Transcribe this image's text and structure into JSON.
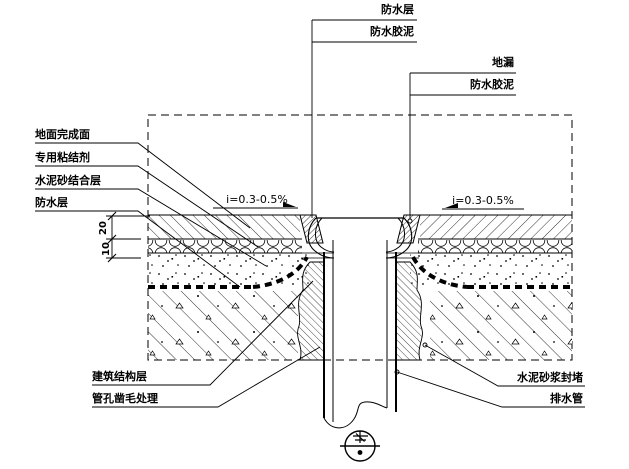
{
  "drawing": {
    "type": "construction-detail",
    "subject": "floor-drain-waterproofing-detail"
  },
  "labels": {
    "top_waterproof_layer": "防水层",
    "top_waterproof_mastic": "防水胶泥",
    "right_floor_drain": "地漏",
    "right_waterproof_mastic": "防水胶泥",
    "left_finish_surface": "地面完成面",
    "left_special_adhesive": "专用粘结剂",
    "left_mortar_bonding_layer": "水泥砂结合层",
    "left_waterproof_layer": "防水层",
    "slope_left": "i=0.3-0.5%",
    "slope_right": "i=0.3-0.5%",
    "dim_upper": "20",
    "dim_lower": "10",
    "bottom_structure_layer": "建筑结构层",
    "bottom_pipe_hole_treatment": "管孔凿毛处理",
    "bottom_mortar_sealing": "水泥砂浆封堵",
    "bottom_drain_pipe": "排水管"
  },
  "colors": {
    "line": "#000000",
    "background": "#ffffff"
  }
}
